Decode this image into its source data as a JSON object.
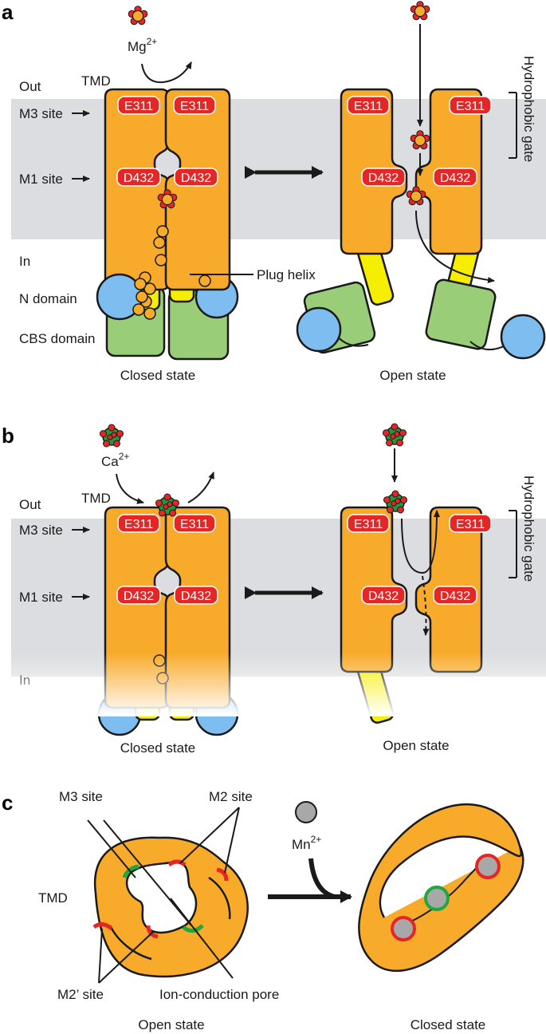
{
  "colors": {
    "membrane": "#dcdde0",
    "tmd": "#f8ab2a",
    "plug_helix": "#f6ee00",
    "cbs_domain": "#9acd77",
    "n_domain": "#7ebdf0",
    "residue": "#e52627",
    "ca_ion": "#1e9a3c",
    "mn_ion": "#a8a8a8",
    "site_red": "#e52627",
    "site_green": "#22a73f"
  },
  "icons": [
    "mg-ion-icon",
    "ca-ion-icon",
    "mn-ion-icon",
    "double-arrow-icon",
    "right-arrow-icon"
  ],
  "panel_a": {
    "letter": "a",
    "ion": "Mg",
    "ion_charge": "2+",
    "out": "Out",
    "in": "In",
    "tmd": "TMD",
    "m3_site": "M3 site",
    "m1_site": "M1 site",
    "e311": "E311",
    "d432": "D432",
    "hydrophobic_gate": "Hydrophobic gate",
    "plug_helix": "Plug helix",
    "n_domain": "N domain",
    "cbs_domain": "CBS domain",
    "closed_state": "Closed state",
    "open_state": "Open state"
  },
  "panel_b": {
    "letter": "b",
    "ion": "Ca",
    "ion_charge": "2+",
    "out": "Out",
    "in": "In",
    "tmd": "TMD",
    "m3_site": "M3 site",
    "m1_site": "M1 site",
    "e311": "E311",
    "d432": "D432",
    "hydrophobic_gate": "Hydrophobic gate",
    "closed_state": "Closed state",
    "open_state": "Open state"
  },
  "panel_c": {
    "letter": "c",
    "ion": "Mn",
    "ion_charge": "2+",
    "m3_site": "M3 site",
    "m2_site": "M2 site",
    "m2p_site": "M2’ site",
    "tmd": "TMD",
    "pore": "Ion-conduction pore",
    "open_state": "Open state",
    "closed_state": "Closed state"
  }
}
